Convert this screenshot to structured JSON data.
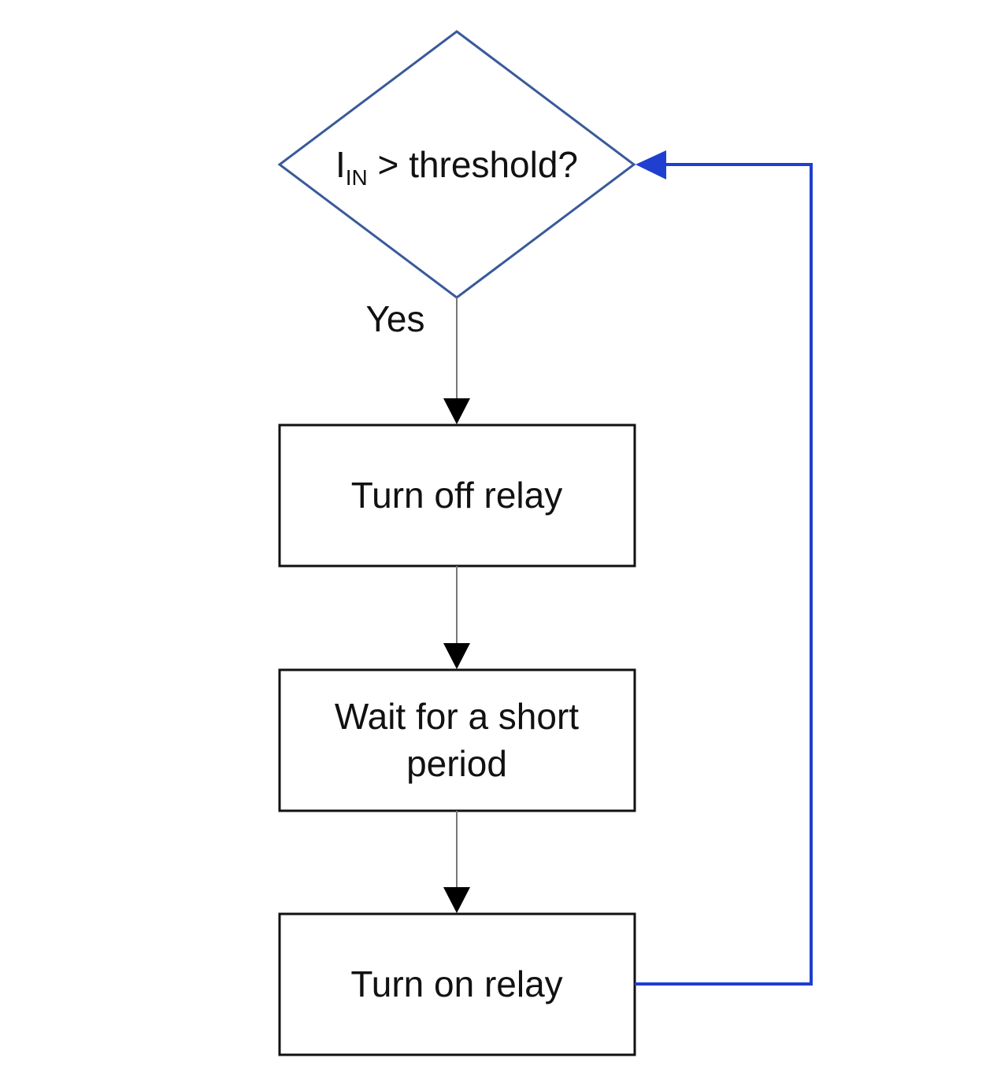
{
  "decision": {
    "main": "I",
    "subscript": "IN",
    "rest": " > threshold?",
    "yes_label": "Yes"
  },
  "steps": [
    {
      "lines": [
        "Turn off relay"
      ]
    },
    {
      "lines": [
        "Wait for a short",
        "period"
      ]
    },
    {
      "lines": [
        "Turn on relay"
      ]
    }
  ],
  "colors": {
    "decision_stroke": "#3a5a9a",
    "process_stroke": "#111111",
    "flow_line": "#777777",
    "arrowhead": "#000000",
    "loop_line": "#1f3fd0"
  }
}
